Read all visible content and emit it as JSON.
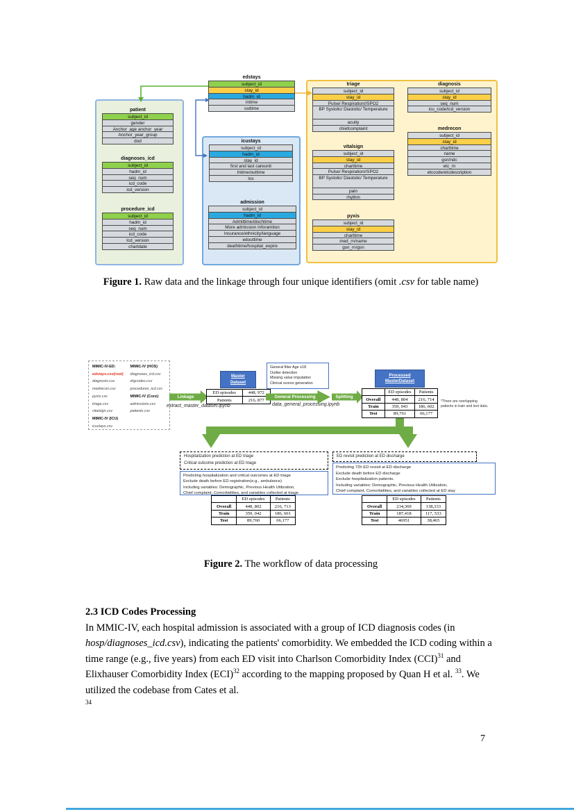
{
  "page": {
    "number": "7"
  },
  "colors": {
    "row_green": "#8FD04C",
    "row_yellow": "#FBCF47",
    "row_blue": "#2AA9E0",
    "row_gray": "#D6DADE",
    "panel_hosp_bg": "#E9F1DE",
    "panel_icu_bg": "#DAE8F6",
    "panel_ed_bg": "#FEF3CD",
    "panel_ed_border": "#F0C040",
    "flow_green": "#6FAC46",
    "flow_blue": "#4472C4",
    "file_red": "#E0301E"
  },
  "figure1": {
    "caption": {
      "bold": "Figure 1.",
      "pre_italic": " Raw data and the linkage through four unique identifiers (omit ",
      "italic": ".csv",
      "post": " for table name)"
    },
    "tables": [
      {
        "id": "edstays",
        "title": "edstays",
        "rows": [
          {
            "label": "subject_id",
            "color": "green"
          },
          {
            "label": "stay_id",
            "color": "yellow"
          },
          {
            "label": "hadm_id",
            "color": "blue"
          },
          {
            "label": "intime",
            "color": "gray"
          },
          {
            "label": "outtime",
            "color": "gray"
          }
        ]
      },
      {
        "id": "patient",
        "title": "patient",
        "rows": [
          {
            "label": "subject_id",
            "color": "green"
          },
          {
            "label": "gender",
            "color": "gray"
          },
          {
            "label": "Anchor_age anchor_year",
            "color": "gray"
          },
          {
            "label": "Anchor_year_group",
            "color": "gray"
          },
          {
            "label": "dod",
            "color": "gray"
          }
        ]
      },
      {
        "id": "diagnoses_icd",
        "title": "diagnoses_icd",
        "rows": [
          {
            "label": "subject_id",
            "color": "green"
          },
          {
            "label": "hadm_id",
            "color": "gray"
          },
          {
            "label": "seq_num",
            "color": "gray"
          },
          {
            "label": "icd_code",
            "color": "gray"
          },
          {
            "label": "icd_version",
            "color": "gray"
          }
        ]
      },
      {
        "id": "procedure_icd",
        "title": "procedure_icd",
        "rows": [
          {
            "label": "subject_id",
            "color": "green"
          },
          {
            "label": "hadm_id",
            "color": "gray"
          },
          {
            "label": "seq_num",
            "color": "gray"
          },
          {
            "label": "icd_code",
            "color": "gray"
          },
          {
            "label": "Icd_version",
            "color": "gray"
          },
          {
            "label": "chartdate",
            "color": "gray"
          }
        ]
      },
      {
        "id": "icustays",
        "title": "icustays",
        "rows": [
          {
            "label": "subject_id",
            "color": "gray"
          },
          {
            "label": "hadm_id",
            "color": "blue"
          },
          {
            "label": "stay_id",
            "color": "gray"
          },
          {
            "label": "first and last careunit",
            "color": "gray"
          },
          {
            "label": "Intime/outtime",
            "color": "gray"
          },
          {
            "label": "los",
            "color": "gray"
          }
        ]
      },
      {
        "id": "admission",
        "title": "admission",
        "rows": [
          {
            "label": "subject_id",
            "color": "gray"
          },
          {
            "label": "hadm_id",
            "color": "blue"
          },
          {
            "label": "Admittime/dischtime",
            "color": "gray"
          },
          {
            "label": "More admission inforamtion",
            "color": "gray"
          },
          {
            "label": "Insurance/ethnicity/language",
            "color": "gray"
          },
          {
            "label": "edouttime",
            "color": "gray"
          },
          {
            "label": "deathtime/hospital_expire",
            "color": "gray"
          }
        ]
      },
      {
        "id": "triage",
        "title": "triage",
        "rows": [
          {
            "label": "subject_id",
            "color": "gray"
          },
          {
            "label": "stay_id",
            "color": "yellow"
          },
          {
            "label": "Pulse/ Respiration//SPO2",
            "color": "gray"
          },
          {
            "label": "BP Systolic/ Diastolic/ Temperature",
            "color": "gray",
            "tall": true
          },
          {
            "label": "acuity",
            "color": "gray"
          },
          {
            "label": "chiefcomplaint",
            "color": "gray"
          }
        ]
      },
      {
        "id": "vitalsign",
        "title": "vitalsign",
        "rows": [
          {
            "label": "subject_id",
            "color": "gray"
          },
          {
            "label": "stay_id",
            "color": "yellow"
          },
          {
            "label": "charttime",
            "color": "gray"
          },
          {
            "label": "Pulse/ Respiration//SPO2",
            "color": "gray"
          },
          {
            "label": "BP Systolic/ Diastolic/ Temperature",
            "color": "gray",
            "tall": true
          },
          {
            "label": "pain",
            "color": "gray"
          },
          {
            "label": "rhythm",
            "color": "gray"
          }
        ]
      },
      {
        "id": "pyxis",
        "title": "pyxis",
        "rows": [
          {
            "label": "subject_id",
            "color": "gray"
          },
          {
            "label": "stay_id",
            "color": "yellow"
          },
          {
            "label": "charttime",
            "color": "gray"
          },
          {
            "label": "med_rn/name",
            "color": "gray"
          },
          {
            "label": "gsn_rn/gsn",
            "color": "gray"
          }
        ]
      },
      {
        "id": "diagnosis",
        "title": "diagnosis",
        "rows": [
          {
            "label": "subject_id",
            "color": "gray"
          },
          {
            "label": "stay_id",
            "color": "yellow"
          },
          {
            "label": "seq_num",
            "color": "gray"
          },
          {
            "label": "icu_code/icd_version",
            "color": "gray"
          }
        ]
      },
      {
        "id": "medrecon",
        "title": "medrecon",
        "rows": [
          {
            "label": "subject_id",
            "color": "gray"
          },
          {
            "label": "stay_id",
            "color": "yellow"
          },
          {
            "label": "charttime",
            "color": "gray"
          },
          {
            "label": "name",
            "color": "gray"
          },
          {
            "label": "gsn/ndc",
            "color": "gray"
          },
          {
            "label": "etc_rn",
            "color": "gray"
          },
          {
            "label": "etccode/etcdescription",
            "color": "gray"
          }
        ]
      }
    ]
  },
  "figure2": {
    "files_col1": [
      {
        "text": "MIMIC-IV-ED:",
        "style": "head"
      },
      {
        "text": "edstays.csv(root)",
        "style": "root"
      },
      {
        "text": "diagnosis.csv",
        "style": "file"
      },
      {
        "text": "medrecon.csv",
        "style": "file"
      },
      {
        "text": "pyxis.csv",
        "style": "file"
      },
      {
        "text": "triage.csv",
        "style": "file"
      },
      {
        "text": "vitalsign.csv",
        "style": "file"
      },
      {
        "text": "MIMIC-IV (ICU)",
        "style": "head"
      },
      {
        "text": "icustays.csv",
        "style": "file"
      }
    ],
    "files_col2": [
      {
        "text": "MIMIC-IV (HOS)",
        "style": "head"
      },
      {
        "text": "diagnoses_icd.csv",
        "style": "file"
      },
      {
        "text": "drgcodes.csv",
        "style": "file"
      },
      {
        "text": "procedures_icd.csv",
        "style": "file"
      },
      {
        "text": "MIMIC-IV (Core):",
        "style": "head"
      },
      {
        "text": "admissions.csv",
        "style": "file"
      },
      {
        "text": "patients.csv",
        "style": "file"
      }
    ],
    "arrows": {
      "linkage": "Linkage",
      "general": "General Processing",
      "splitting": "Splitting"
    },
    "master_box": {
      "line1": "Master",
      "line2": "Dataset"
    },
    "processed_box": {
      "line1": "Processed",
      "line2": "MasterDataset"
    },
    "filter_box": [
      "General filter Age ≥18",
      "Outlier detection",
      "Missing value imputation",
      "Clinical scores generation"
    ],
    "scripts": {
      "extract": "extract_master_dataset.ipynb",
      "process": "data_general_processing.ipynb"
    },
    "master_table": {
      "rows": [
        [
          "ED episodes",
          "448, 972"
        ],
        [
          "Patients",
          "216, 877"
        ]
      ]
    },
    "processed_table": {
      "header": [
        "",
        "ED episodes",
        "Patients"
      ],
      "rows": [
        [
          "Overall",
          "448, 804",
          "216, 714"
        ],
        [
          "Train",
          "359, 043",
          "186, 602"
        ],
        [
          "Test",
          "89,761",
          "66,177"
        ]
      ]
    },
    "note": "*There are overlapping patients in train and test data.",
    "task1": {
      "dashed": [
        "Hospitalization prediction at ED triage",
        "Critical outcome prediction at ED triage"
      ],
      "detail": [
        "Predicting hospitalization and critical outcomes at ED triage",
        "Exclude death before ED registration(e.g., ambulance)",
        "Including variables: Demographic, Previous Health Utilization,",
        "Chief complaint, Comorbidities, and variables collected at triage"
      ],
      "table": {
        "header": [
          "",
          "ED episodes",
          "Patients"
        ],
        "rows": [
          [
            "Overall",
            "448, 802",
            "216, 713"
          ],
          [
            "Train",
            "359, 042",
            "186, 601"
          ],
          [
            "Test",
            "89,760",
            "66,177"
          ]
        ]
      }
    },
    "task2": {
      "dashed": [
        "ED revisit prediction at ED discharge"
      ],
      "detail": [
        "Predicting 72h ED revisit at ED discharge",
        "Exclude death before ED discharge",
        "Exclude hospitalization patients.",
        "Including variables: Demographic, Previous Health Utilization,",
        "Chief complaint, Comorbidities, and variables collected at ED stay"
      ],
      "table": {
        "header": [
          "",
          "ED episodes",
          "Patients"
        ],
        "rows": [
          [
            "Overall",
            "234,369",
            "138,333"
          ],
          [
            "Train",
            "187,418",
            "117, 533"
          ],
          [
            "Test",
            "46951",
            "38,465"
          ]
        ]
      }
    },
    "caption": {
      "bold": "Figure 2.",
      "rest": " The workflow of data processing"
    }
  },
  "section": {
    "heading": "2.3 ICD Codes Processing",
    "p1": "In MMIC-IV, each hospital admission is associated with a group of ICD diagnosis codes (in ",
    "p1_italic": "hosp/diagnoses_icd.csv",
    "p2": "), indicating the patients' comorbidity. We embedded the ICD coding within a time range (e.g., five years) from each ED visit into Charlson Comorbidity Index (CCI)",
    "sup1": "31",
    "p3": " and Elixhauser Comorbidity Index (ECI)",
    "sup2": "32",
    "p4": " according to the mapping proposed by Quan H et al. ",
    "sup3": "33",
    "p5": ". We utilized the codebase from Cates et al. ",
    "sup4": "34"
  }
}
